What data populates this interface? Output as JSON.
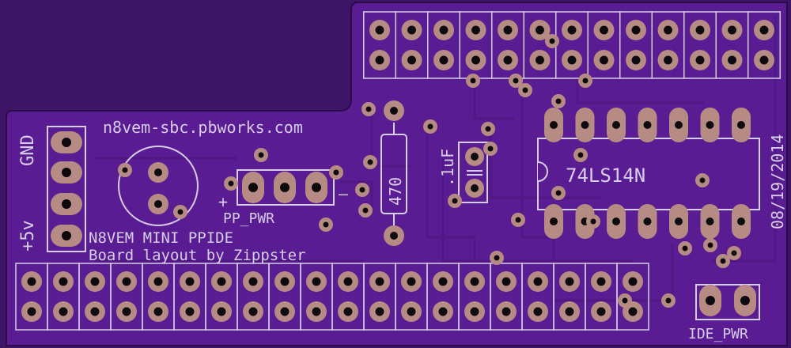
{
  "board": {
    "url_text": "n8vem-sbc.pbworks.com",
    "title_line": "N8VEM MINI PPIDE",
    "credit_line": "Board layout by Zippster",
    "date": "08/19/2014",
    "chip_label": "74LS14N",
    "resistor_label": "470",
    "capacitor_label": ".1uF",
    "pp_pwr_label": "PP_PWR",
    "ide_pwr_label": "IDE_PWR",
    "gnd_label": "GND",
    "v5_label": "+5v",
    "plus_label": "+",
    "minus_label": "–"
  },
  "colors": {
    "board": "#5a1c93",
    "board_dark": "#3d1466",
    "copper": "#b58b83",
    "silkscreen": "#d6cde6",
    "trace": "#4e1882",
    "drill": "#0e0b0e"
  }
}
